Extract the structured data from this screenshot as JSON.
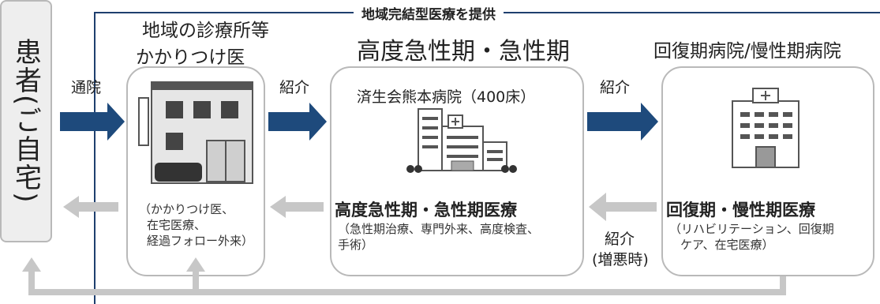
{
  "banner": "地域完結型医療を提供",
  "patient": "患者(ご自宅)",
  "clinic": {
    "title_line1": "地域の診療所等",
    "title_line2": "かかりつけ医",
    "note_lines": [
      "（かかりつけ医、",
      "在宅医療、",
      "経過フォロー外来）"
    ]
  },
  "acute": {
    "header": "高度急性期・急性期",
    "hospital": "済生会熊本病院（400床）",
    "care_title": "高度急性期・急性期医療",
    "care_lines": [
      "（急性期治療、専門外来、高度検査、",
      "手術）"
    ]
  },
  "recovery": {
    "header": "回復期病院/慢性期病院",
    "care_title": "回復期・慢性期医療",
    "care_lines": [
      "（リハビリテーション、回復期",
      "ケア、在宅医療）"
    ]
  },
  "flows": {
    "visit": "通院",
    "referral_1": "紹介",
    "referral_2": "紹介",
    "referral_back": "紹介",
    "referral_back_cond": "(増悪時)"
  },
  "colors": {
    "forward_arrow": "#1e4a7c",
    "back_arrow": "#c7c7c7",
    "box_border": "#b9b9b9",
    "region_line": "#1e3f6e"
  }
}
